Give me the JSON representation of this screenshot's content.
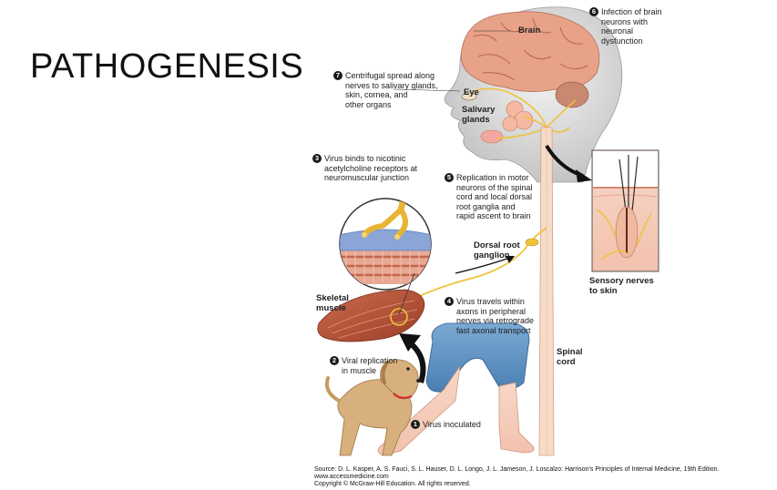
{
  "slide": {
    "title": "PATHOGENESIS"
  },
  "figure": {
    "labels": {
      "brain": "Brain",
      "eye": "Eye",
      "salivary": "Salivary\nglands",
      "dorsal_root": "Dorsal root\nganglion",
      "skeletal_muscle": "Skeletal\nmuscle",
      "spinal_cord": "Spinal\ncord",
      "sensory_nerves": "Sensory nerves\nto skin"
    },
    "steps": [
      {
        "number": "1",
        "text": "Virus inoculated"
      },
      {
        "number": "2",
        "text": "Viral replication\nin muscle"
      },
      {
        "number": "3",
        "text": "Virus binds to nicotinic\nacetylcholine receptors at\nneuromuscular junction"
      },
      {
        "number": "4",
        "text": "Virus travels within\naxons in peripheral\nnerves via retrograde\nfast axonal transport"
      },
      {
        "number": "5",
        "text": "Replication in motor\nneurons of the spinal\ncord and local dorsal\nroot ganglia and\nrapid ascent to brain"
      },
      {
        "number": "6",
        "text": "Infection of brain\nneurons with\nneuronal\ndysfunction"
      },
      {
        "number": "7",
        "text": "Centrifugal spread along\nnerves to salivary glands,\nskin, cornea, and\nother organs"
      }
    ],
    "source": {
      "line1": "Source: D. L. Kasper, A. S. Fauci, S. L. Hauser, D. L. Longo, J. L. Jameson, J. Loscalzo: Harrison's Principles of Internal Medicine, 19th Edition.",
      "line2": "www.accessmedicine.com",
      "line3": "Copyright © McGraw-Hill Education.  All rights reserved."
    }
  }
}
